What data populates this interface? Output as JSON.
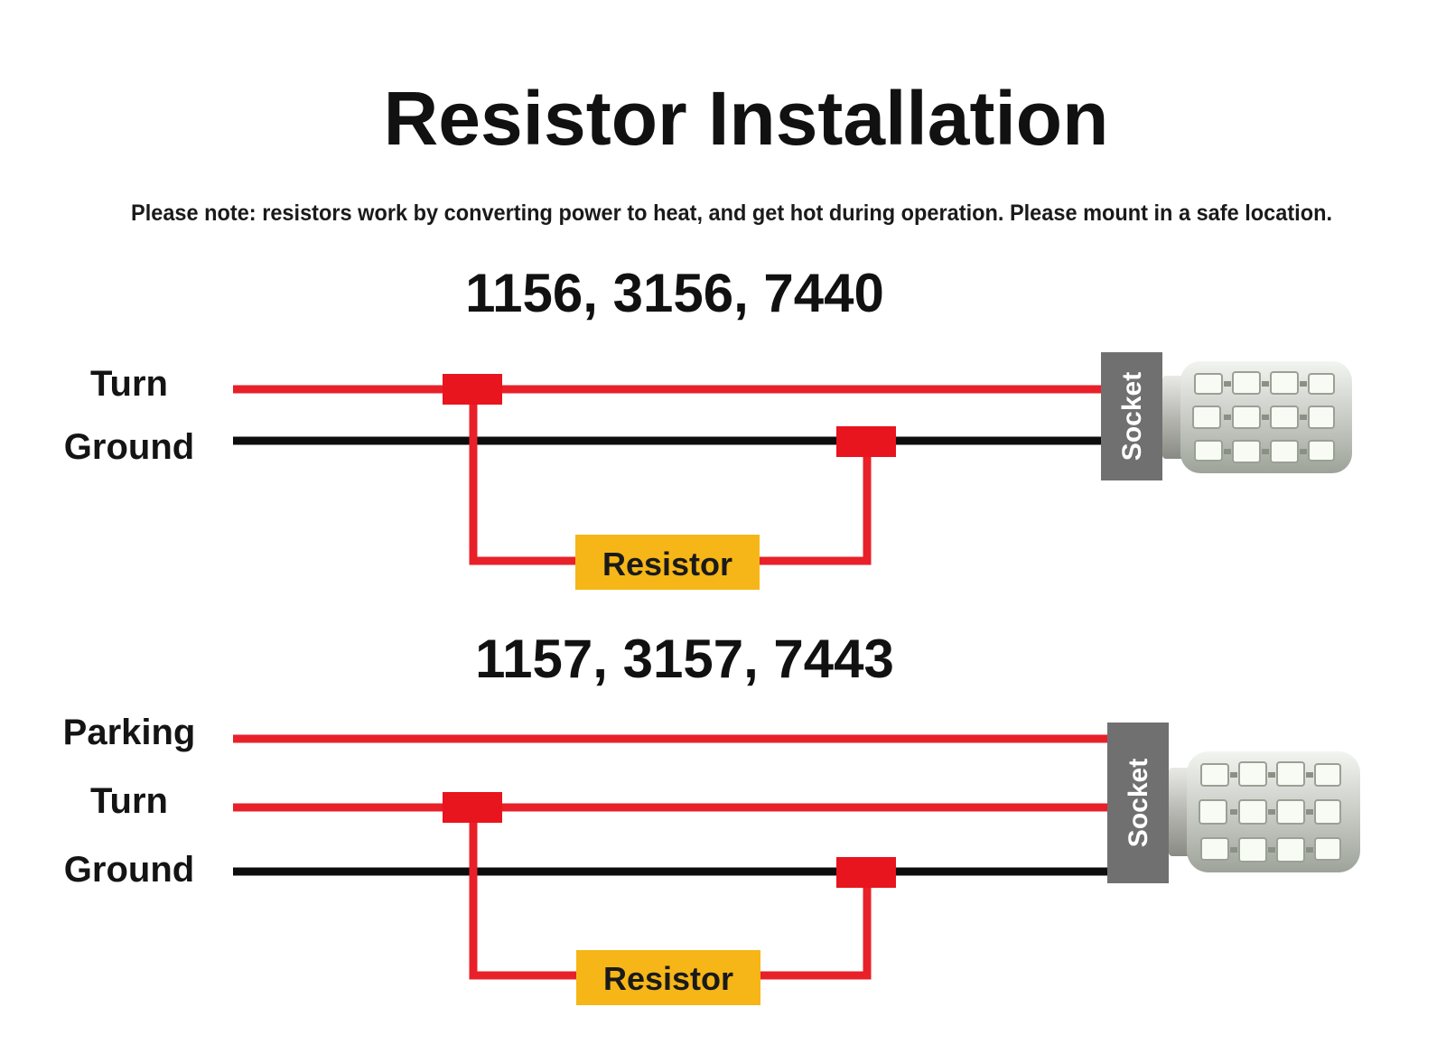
{
  "title": "Resistor Installation",
  "note": "Please note: resistors work by converting power to heat, and get hot during operation. Please mount in a safe location.",
  "colors": {
    "power_wire": "#e8202a",
    "ground_wire": "#0d0d0d",
    "resistor": "#f6b617",
    "socket": "#707070",
    "connector": "#e8141e"
  },
  "diagrams": [
    {
      "models": "1156, 3156, 7440",
      "wires": [
        {
          "label": "Turn",
          "kind": "power"
        },
        {
          "label": "Ground",
          "kind": "ground"
        }
      ],
      "resistor_label": "Resistor",
      "socket_label": "Socket",
      "bulb_icon": "led-bulb-icon"
    },
    {
      "models": "1157, 3157, 7443",
      "wires": [
        {
          "label": "Parking",
          "kind": "power"
        },
        {
          "label": "Turn",
          "kind": "power"
        },
        {
          "label": "Ground",
          "kind": "ground"
        }
      ],
      "resistor_label": "Resistor",
      "socket_label": "Socket",
      "bulb_icon": "led-bulb-icon"
    }
  ]
}
